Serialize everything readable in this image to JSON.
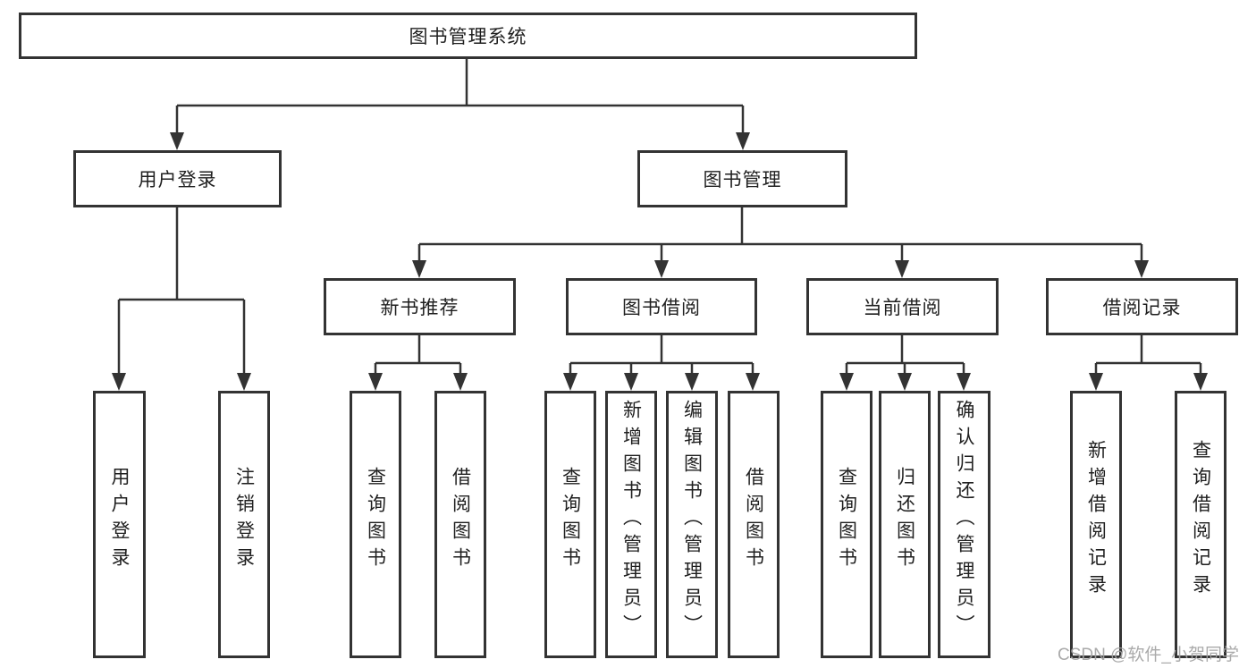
{
  "diagram_title": "图书管理系统",
  "nodes": {
    "root": "图书管理系统",
    "user_login": "用户登录",
    "book_mgmt": "图书管理",
    "new_book_rec": "新书推荐",
    "book_borrow": "图书借阅",
    "current_borrow": "当前借阅",
    "borrow_records": "借阅记录",
    "user_login_leaf": "用户登录",
    "logout_leaf": "注销登录",
    "nbr_query": "查询图书",
    "nbr_borrow": "借阅图书",
    "bb_query": "查询图书",
    "bb_add": "新增图书（管理员）",
    "bb_edit": "编辑图书（管理员）",
    "bb_borrow": "借阅图书",
    "cb_query": "查询图书",
    "cb_return": "归还图书",
    "cb_confirm": "确认归还（管理员）",
    "br_add": "新增借阅记录",
    "br_query": "查询借阅记录"
  },
  "tree": {
    "root": "图书管理系统",
    "children": [
      {
        "label": "用户登录",
        "children": [
          "用户登录",
          "注销登录"
        ]
      },
      {
        "label": "图书管理",
        "children": [
          {
            "label": "新书推荐",
            "children": [
              "查询图书",
              "借阅图书"
            ]
          },
          {
            "label": "图书借阅",
            "children": [
              "查询图书",
              "新增图书（管理员）",
              "编辑图书（管理员）",
              "借阅图书"
            ]
          },
          {
            "label": "当前借阅",
            "children": [
              "查询图书",
              "归还图书",
              "确认归还（管理员）"
            ]
          },
          {
            "label": "借阅记录",
            "children": [
              "新增借阅记录",
              "查询借阅记录"
            ]
          }
        ]
      }
    ]
  },
  "watermark": "CSDN @软件_小贺同学",
  "colors": {
    "line": "#333333",
    "box_border": "#333333",
    "box_fill": "#ffffff",
    "text": "#1f1f1f",
    "watermark": "#a3a3a3"
  }
}
